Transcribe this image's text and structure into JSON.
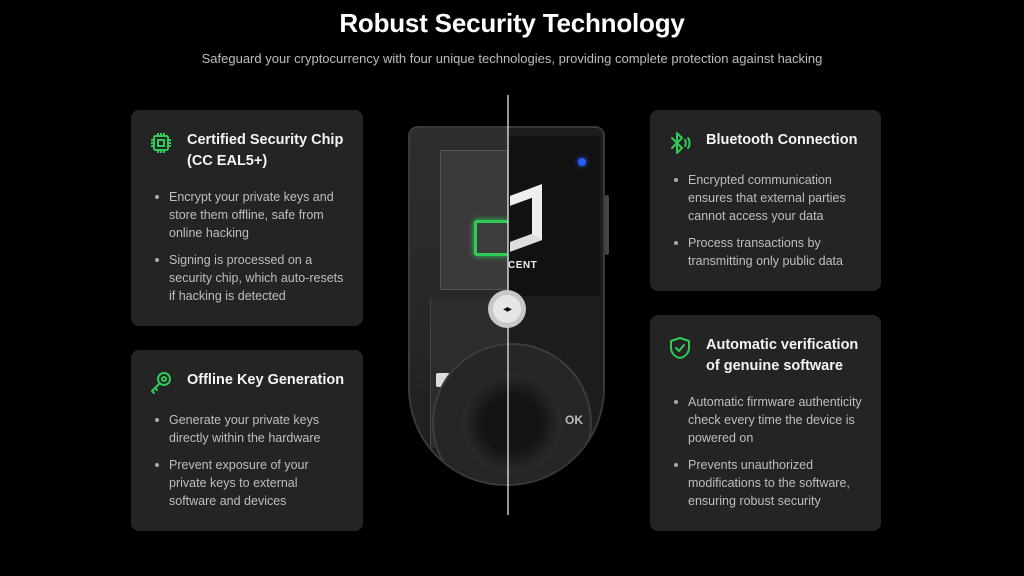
{
  "header": {
    "title": "Robust Security Technology",
    "subtitle": "Safeguard your cryptocurrency with four unique technologies, providing complete protection against hacking"
  },
  "accent_color": "#2ecc57",
  "cards": {
    "chip": {
      "icon": "chip-icon",
      "title": "Certified Security Chip (CC EAL5+)",
      "bullets": [
        "Encrypt your private keys and store them offline, safe from online hacking",
        "Signing is processed on a security chip, which auto-resets if hacking is detected"
      ]
    },
    "key": {
      "icon": "key-icon",
      "title": "Offline Key Generation",
      "bullets": [
        "Generate your private keys directly within the hardware",
        "Prevent exposure of your private keys to external software and devices"
      ]
    },
    "bluetooth": {
      "icon": "bluetooth-icon",
      "title": "Bluetooth Connection",
      "bullets": [
        "Encrypted communication ensures that external parties cannot access your data",
        "Process transactions by transmitting only public data"
      ]
    },
    "verify": {
      "icon": "shield-check-icon",
      "title": "Automatic verification of genuine software",
      "bullets": [
        "Automatic firmware authenticity check every time the device is powered on",
        "Prevents unauthorized modifications to the software, ensuring robust security"
      ]
    }
  },
  "device": {
    "logo_text": "CENT",
    "ok_label": "OK",
    "slider_glyph": "◂▸"
  }
}
